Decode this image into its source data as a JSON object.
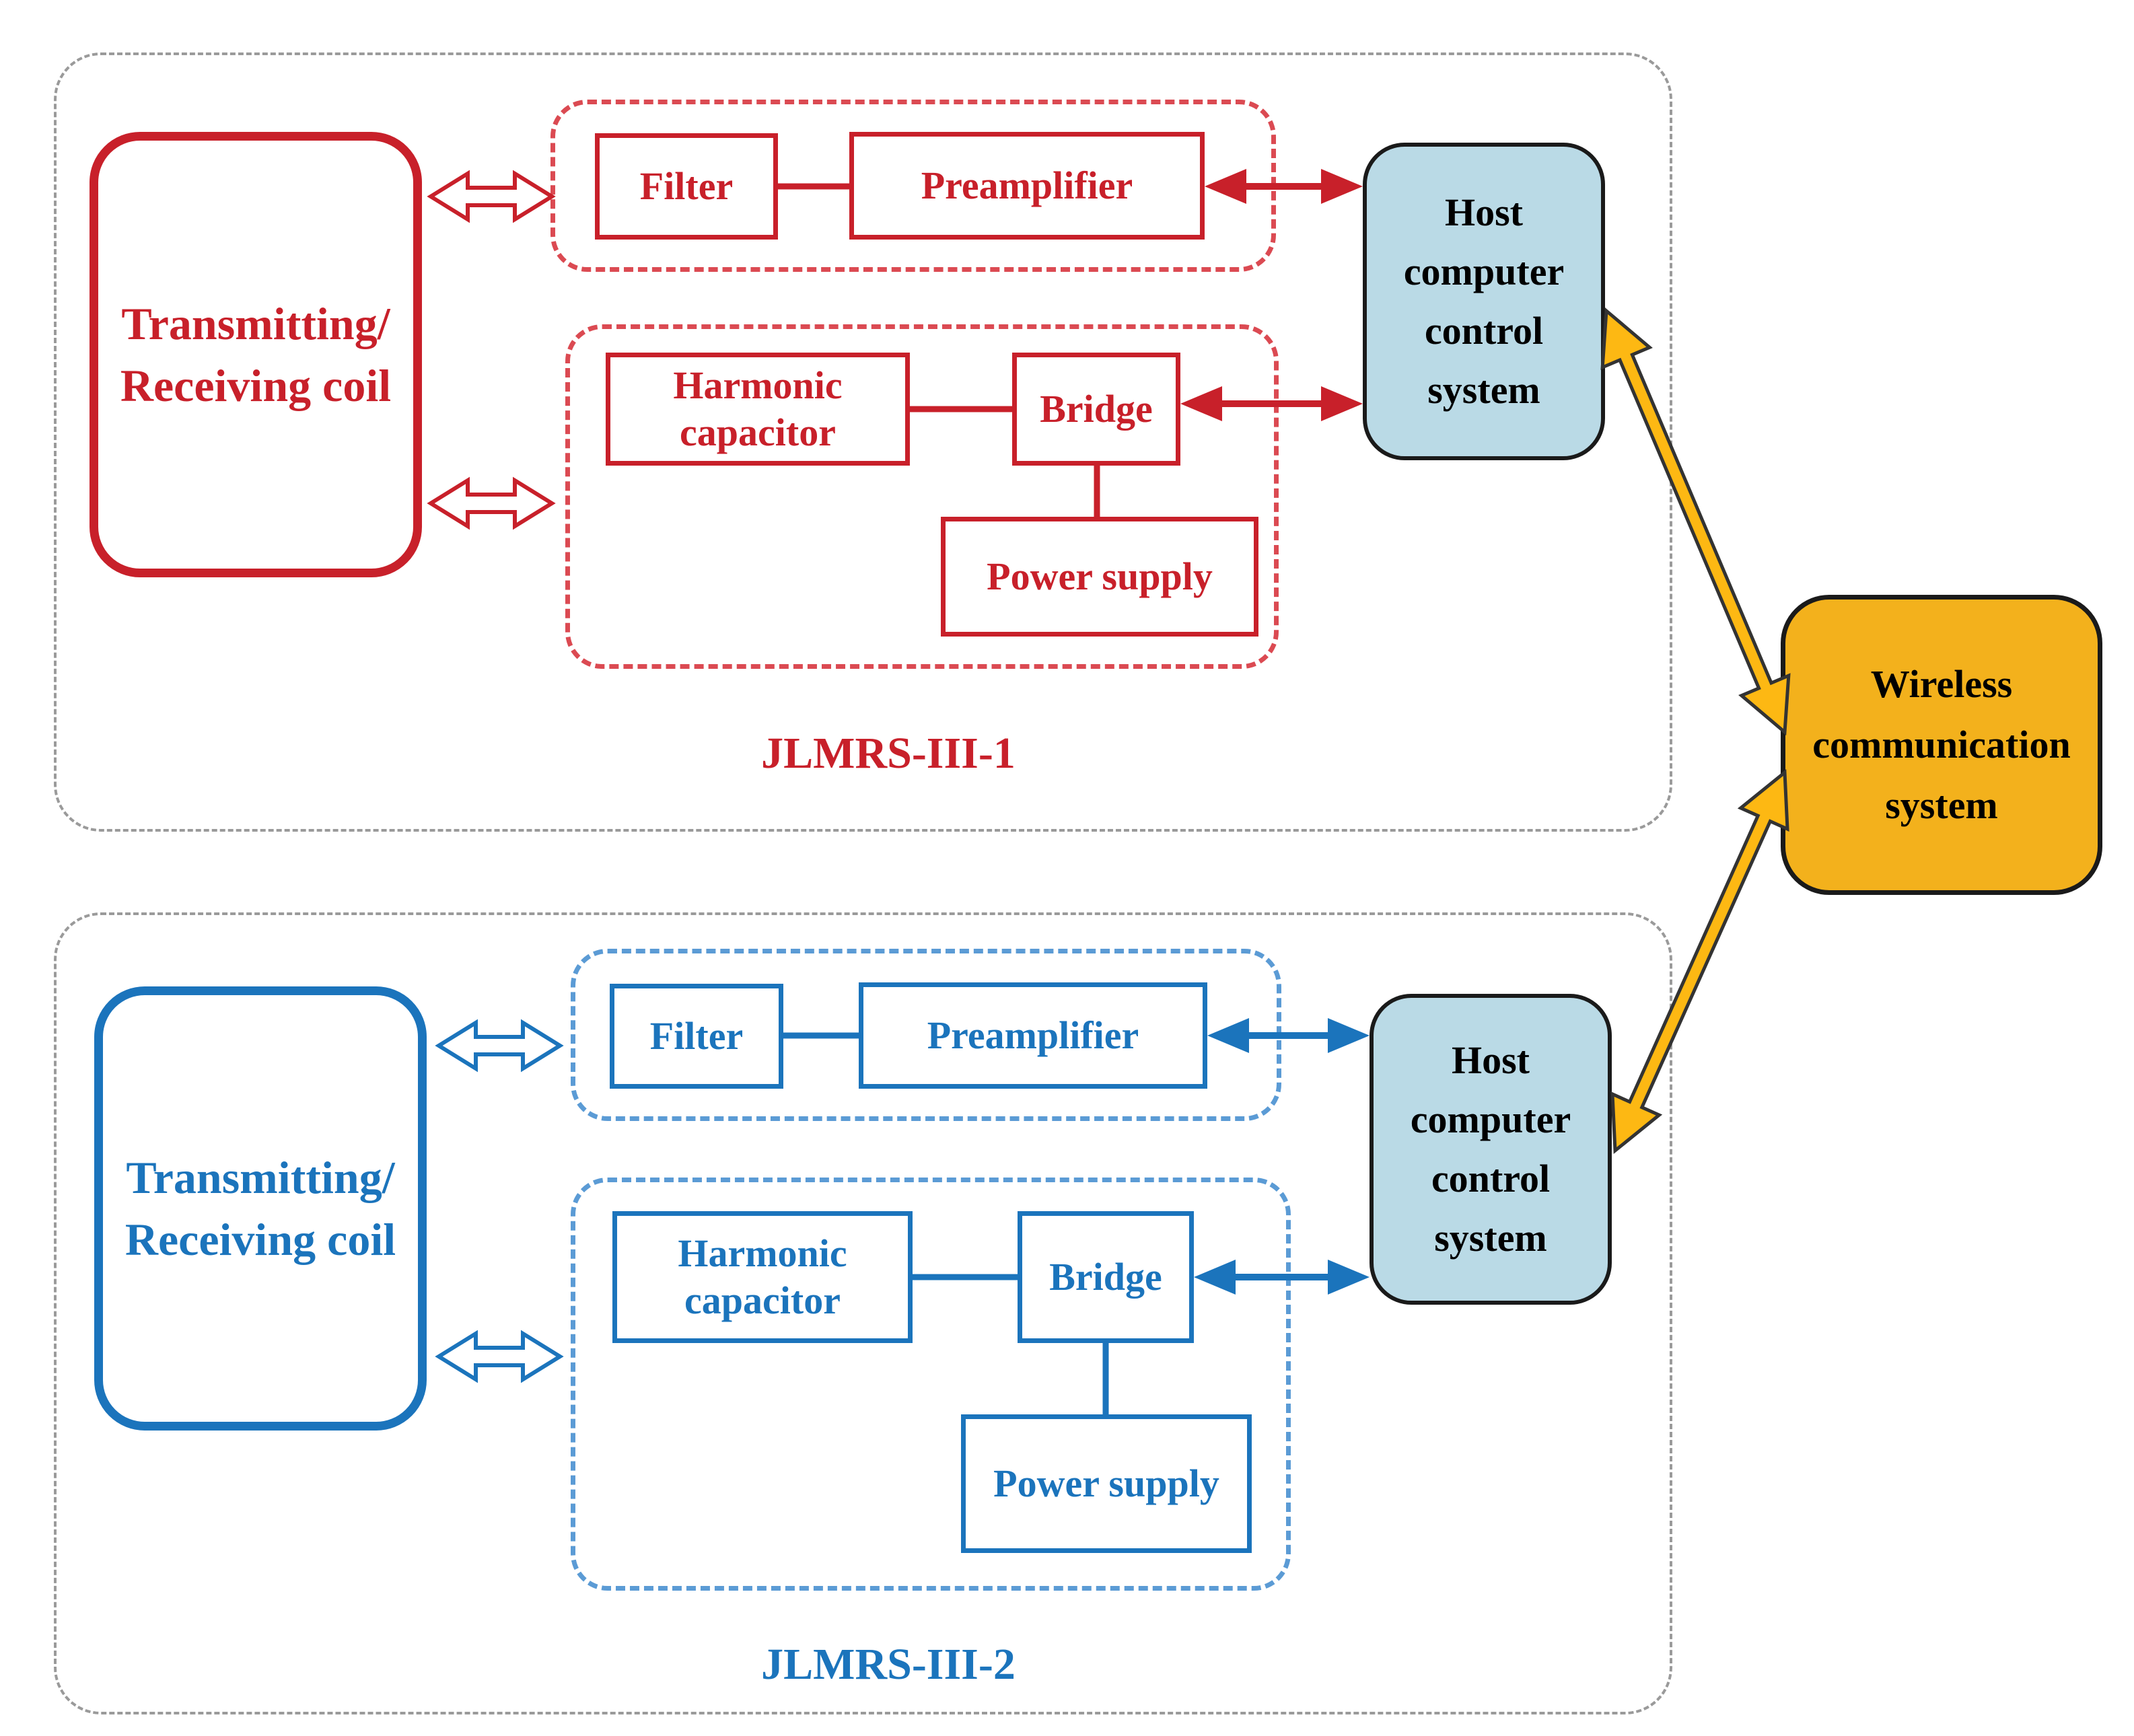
{
  "s1": {
    "name": "JLMRS-III-1",
    "coil": [
      "Transmitting/",
      "Receiving coil"
    ],
    "filter": "Filter",
    "preamplifier": "Preamplifier",
    "harmonic": [
      "Harmonic",
      "capacitor"
    ],
    "bridge": "Bridge",
    "power": "Power supply",
    "host": [
      "Host",
      "computer",
      "control",
      "system"
    ]
  },
  "s2": {
    "name": "JLMRS-III-2",
    "coil": [
      "Transmitting/",
      "Receiving coil"
    ],
    "filter": "Filter",
    "preamplifier": "Preamplifier",
    "harmonic": [
      "Harmonic",
      "capacitor"
    ],
    "bridge": "Bridge",
    "power": "Power supply",
    "host": [
      "Host",
      "computer",
      "control",
      "system"
    ]
  },
  "wireless": {
    "label": [
      "Wireless",
      "communication",
      "system"
    ]
  },
  "colors": {
    "red": "#C8202A",
    "red_dash": "#DB4A52",
    "blue": "#1B74BC",
    "blue_dash": "#5B9BD5",
    "gray_dash": "#9A9A9A",
    "host_fill": "#BADAE6",
    "wireless_fill": "#F3B11C",
    "yellow": "#FDB813",
    "dark": "#1A1A1A"
  }
}
